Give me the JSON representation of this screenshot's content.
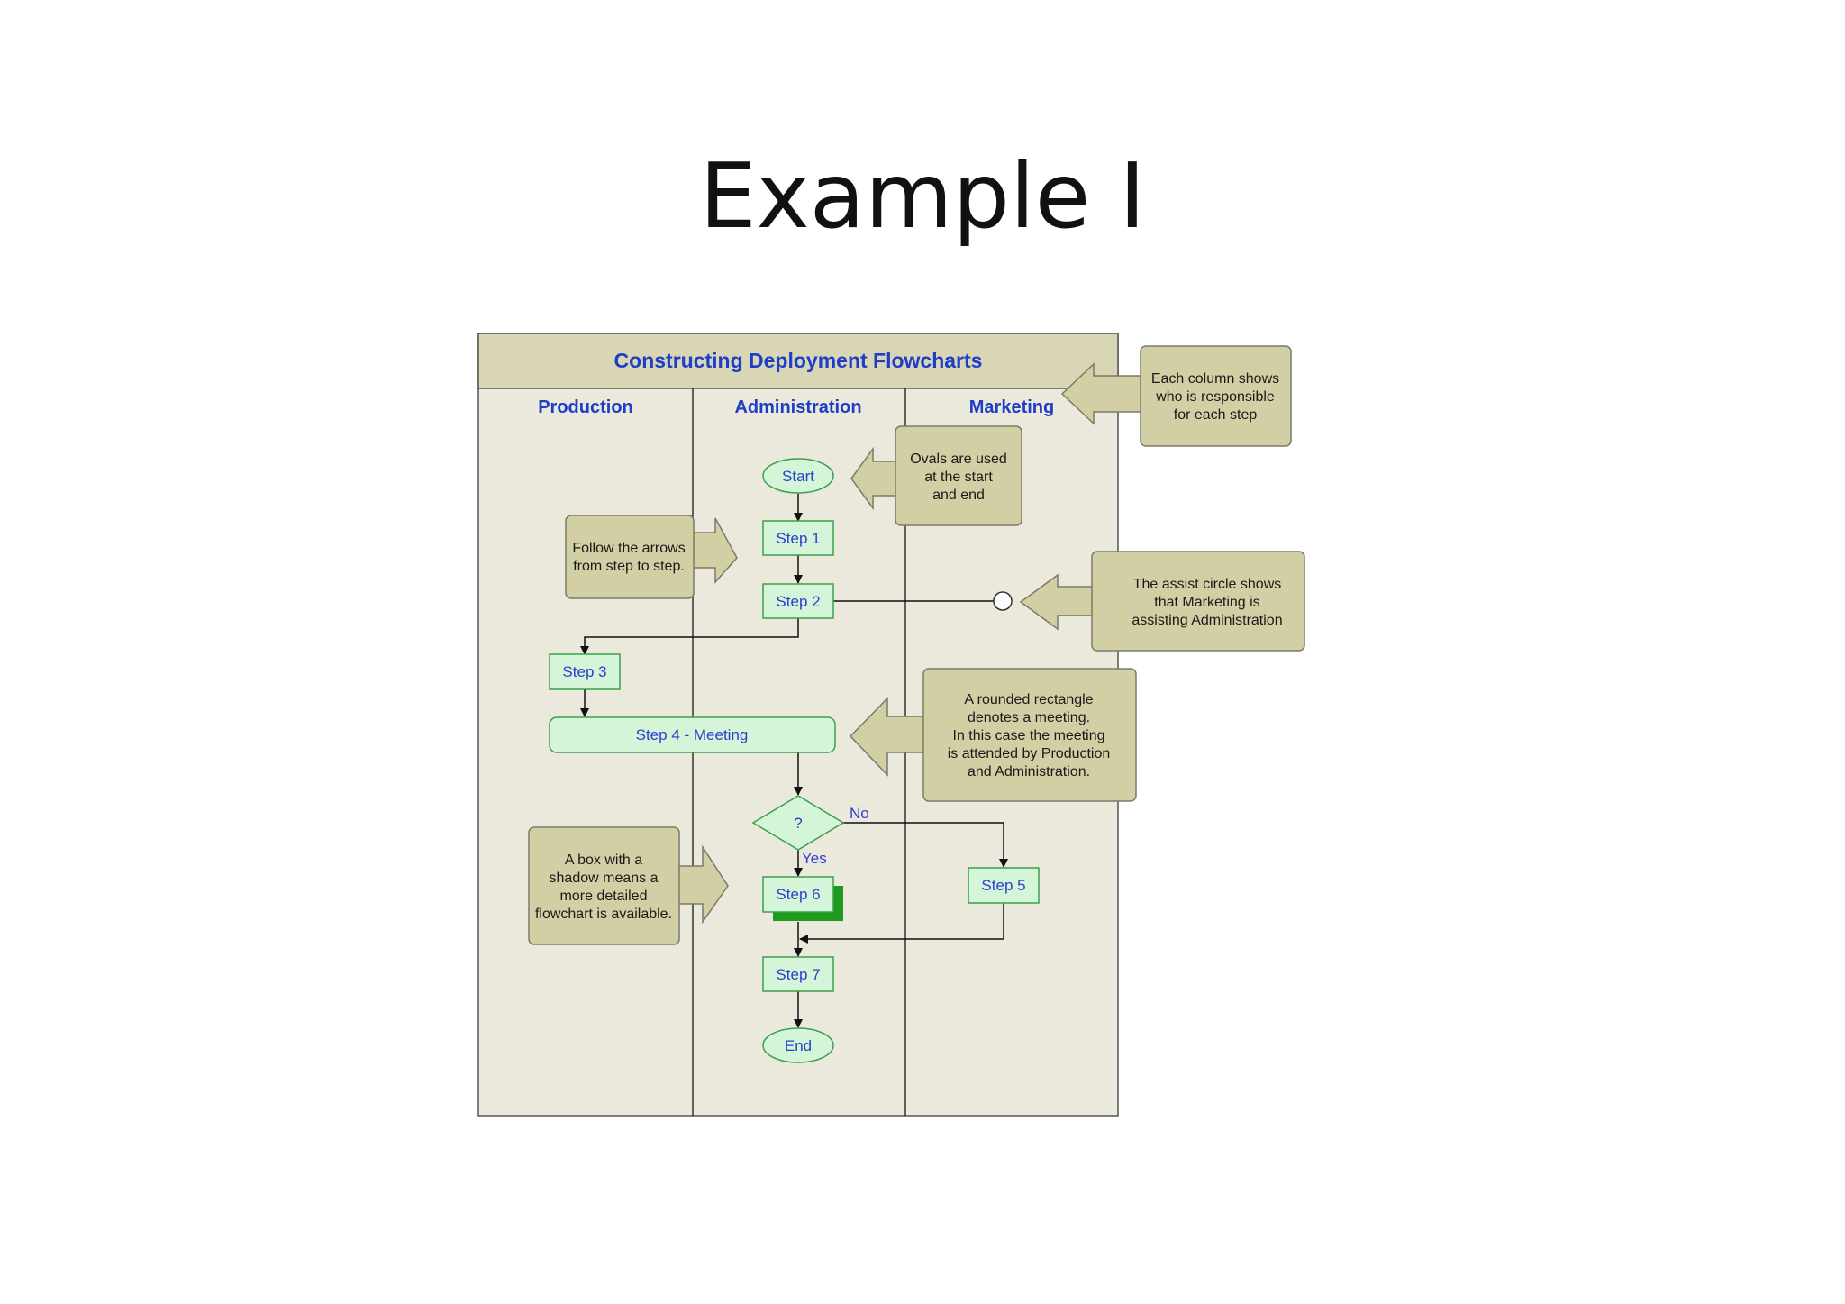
{
  "slide_title": "Example I",
  "diagram": {
    "title": "Constructing Deployment Flowcharts",
    "lanes": [
      "Production",
      "Administration",
      "Marketing"
    ],
    "nodes": {
      "start": "Start",
      "step1": "Step 1",
      "step2": "Step 2",
      "step3": "Step 3",
      "step4": "Step 4 - Meeting",
      "decision": "?",
      "step5": "Step 5",
      "step6": "Step 6",
      "step7": "Step 7",
      "end": "End"
    },
    "edge_labels": {
      "no": "No",
      "yes": "Yes"
    },
    "callouts": {
      "columns": [
        "Each column shows",
        "who is responsible",
        "for each step"
      ],
      "ovals": [
        "Ovals are used",
        "at the start",
        "and end"
      ],
      "arrows": [
        "Follow the arrows",
        "from step to step."
      ],
      "assist": [
        "The assist circle shows",
        "that Marketing is",
        "assisting Administration"
      ],
      "meeting": [
        "A rounded rectangle",
        "denotes a meeting.",
        "In this case the meeting",
        "is attended by Production",
        "and Administration."
      ],
      "shadow": [
        "A box with a",
        "shadow means a",
        "more detailed",
        "flowchart is available."
      ]
    },
    "colors": {
      "header_bg": "#d8d6b4",
      "lane_bg": "#ebe9dc",
      "node_fill": "#d4f5d8",
      "node_stroke": "#3aa04a",
      "shadow": "#1e9a1e",
      "callout_fill": "#d2cfa5",
      "text_blue": "#1f3ec8"
    }
  }
}
